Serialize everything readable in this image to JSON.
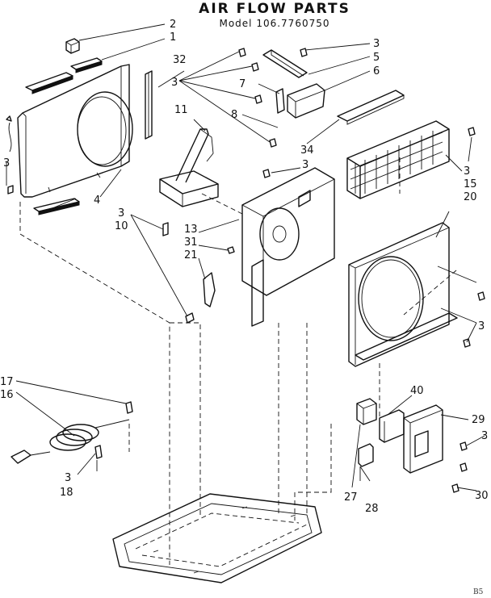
{
  "header": {
    "title": "AIR FLOW PARTS",
    "model": "Model 106.7760750"
  },
  "corner_code": "B5",
  "callouts": [
    {
      "id": "c1",
      "text": "1"
    },
    {
      "id": "c2",
      "text": "2"
    },
    {
      "id": "c3a",
      "text": "3"
    },
    {
      "id": "c3b",
      "text": "3"
    },
    {
      "id": "c3c",
      "text": "3"
    },
    {
      "id": "c3d",
      "text": "3"
    },
    {
      "id": "c3e",
      "text": "3"
    },
    {
      "id": "c3f",
      "text": "3"
    },
    {
      "id": "c3g",
      "text": "3"
    },
    {
      "id": "c3h",
      "text": "3"
    },
    {
      "id": "c3i",
      "text": "3"
    },
    {
      "id": "c3j",
      "text": "3"
    },
    {
      "id": "c4",
      "text": "4"
    },
    {
      "id": "c5",
      "text": "5"
    },
    {
      "id": "c6",
      "text": "6"
    },
    {
      "id": "c7",
      "text": "7"
    },
    {
      "id": "c8",
      "text": "8"
    },
    {
      "id": "c10",
      "text": "10"
    },
    {
      "id": "c11",
      "text": "11"
    },
    {
      "id": "c13",
      "text": "13"
    },
    {
      "id": "c15",
      "text": "15"
    },
    {
      "id": "c16",
      "text": "16"
    },
    {
      "id": "c17",
      "text": "17"
    },
    {
      "id": "c18",
      "text": "18"
    },
    {
      "id": "c20",
      "text": "20"
    },
    {
      "id": "c21",
      "text": "21"
    },
    {
      "id": "c27",
      "text": "27"
    },
    {
      "id": "c28",
      "text": "28"
    },
    {
      "id": "c29",
      "text": "29"
    },
    {
      "id": "c30",
      "text": "30"
    },
    {
      "id": "c31",
      "text": "31"
    },
    {
      "id": "c32",
      "text": "32"
    },
    {
      "id": "c34",
      "text": "34"
    },
    {
      "id": "c40",
      "text": "40"
    }
  ]
}
